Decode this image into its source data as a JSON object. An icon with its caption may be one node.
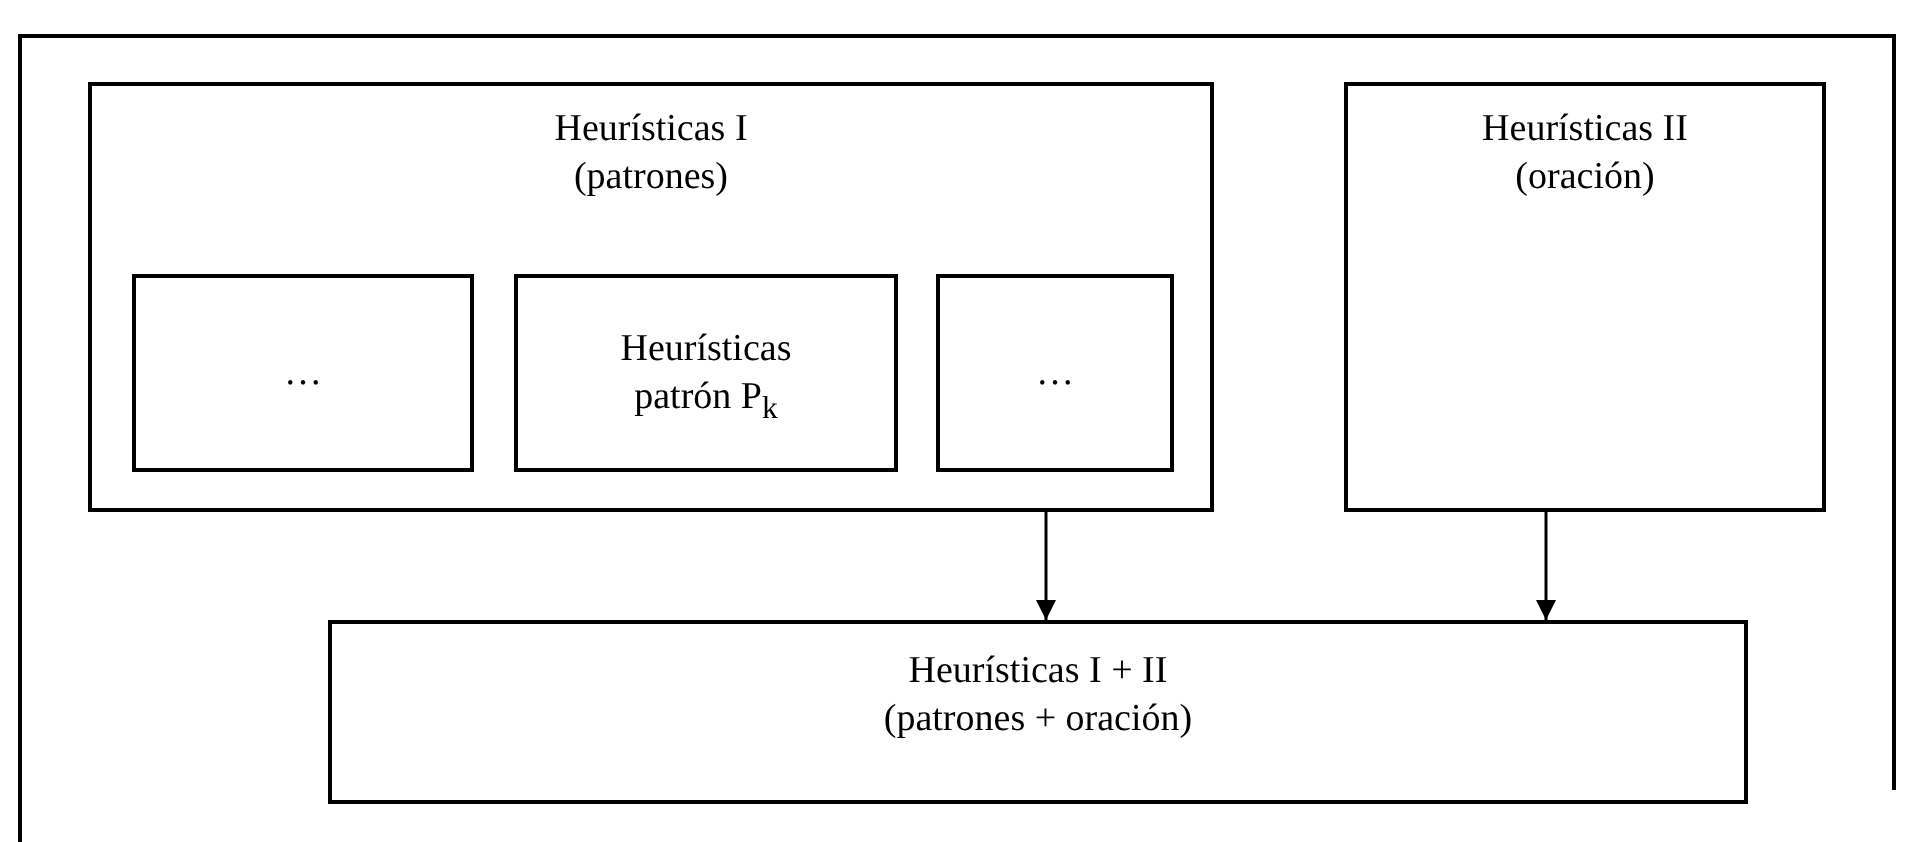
{
  "diagram": {
    "nodes": [
      {
        "text": [
          "Heurísticas I (patrones)"
        ]
      },
      {
        "text": [
          "…"
        ],
        "in": 0
      },
      {
        "text": [
          "Heurísticas patrón P$_{k}$"
        ],
        "in": 0
      },
      {
        "text": [
          "…"
        ],
        "in": 0
      },
      {
        "text": [
          "Heurísticas II (oración)"
        ]
      },
      {
        "text": [
          "Heurísticas I + II (patrones + oración)"
        ]
      }
    ],
    "edges": [
      {
        "from": 0,
        "to": 5,
        "arrow": "to"
      },
      {
        "from": 4,
        "to": 5,
        "arrow": "to"
      }
    ]
  }
}
